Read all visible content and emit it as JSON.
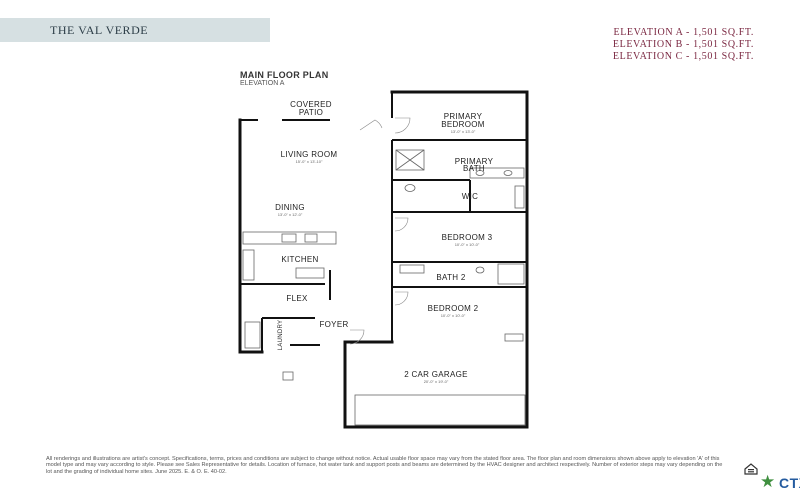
{
  "header": {
    "title": "THE VAL VERDE",
    "elevations": [
      "ELEVATION A - 1,501 SQ.FT.",
      "ELEVATION B - 1,501 SQ.FT.",
      "ELEVATION C - 1,501 SQ.FT."
    ]
  },
  "plan": {
    "title": "MAIN FLOOR PLAN",
    "subtitle": "ELEVATION A",
    "rooms": {
      "covered_patio": {
        "line1": "COVERED",
        "line2": "PATIO"
      },
      "primary_bedroom": {
        "line1": "PRIMARY",
        "line2": "BEDROOM",
        "dims": "13'-0\" x 13'-0\""
      },
      "living_room": {
        "label": "LIVING ROOM",
        "dims": "15'-0\" x 13'-10\""
      },
      "primary_bath": {
        "line1": "PRIMARY",
        "line2": "BATH"
      },
      "wic": {
        "label": "WIC"
      },
      "dining": {
        "label": "DINING",
        "dims": "13'-0\" x 12'-0\""
      },
      "bedroom_3": {
        "label": "BEDROOM 3",
        "dims": "10'-0\" x 10'-0\""
      },
      "kitchen": {
        "label": "KITCHEN"
      },
      "bath_2": {
        "label": "BATH 2"
      },
      "flex": {
        "label": "FLEX"
      },
      "bedroom_2": {
        "label": "BEDROOM 2",
        "dims": "10'-0\" x 10'-0\""
      },
      "foyer": {
        "label": "FOYER"
      },
      "laundry": {
        "label": "LAUNDRY"
      },
      "garage": {
        "label": "2 CAR GARAGE",
        "dims": "20'-0\" x 19'-0\""
      }
    }
  },
  "disclaimer": "All renderings and illustrations are artist's concept. Specifications, terms, prices and conditions are subject to change without notice. Actual usable floor space may vary from the stated floor area. The floor plan and room dimensions shown above apply to elevation 'A' of this model type and may vary according to style. Please see Sales Representative for details. Location of furnace, hot water tank and support posts and beams are determined by the HVAC designer and architect respectively. Number of exterior steps may vary depending on the lot and the grading of individual home sites. June 2025. E. & O. E. 40-02.",
  "logo": {
    "text": "CTXMLS",
    "icon": "texas-star-icon",
    "eho_icon": "equal-housing-icon"
  },
  "colors": {
    "title_bar": "#d6e0e2",
    "elevation_text": "#7b2842",
    "walls": "#111111",
    "logo_blue": "#245b9f",
    "logo_green": "#3f8f3f"
  }
}
